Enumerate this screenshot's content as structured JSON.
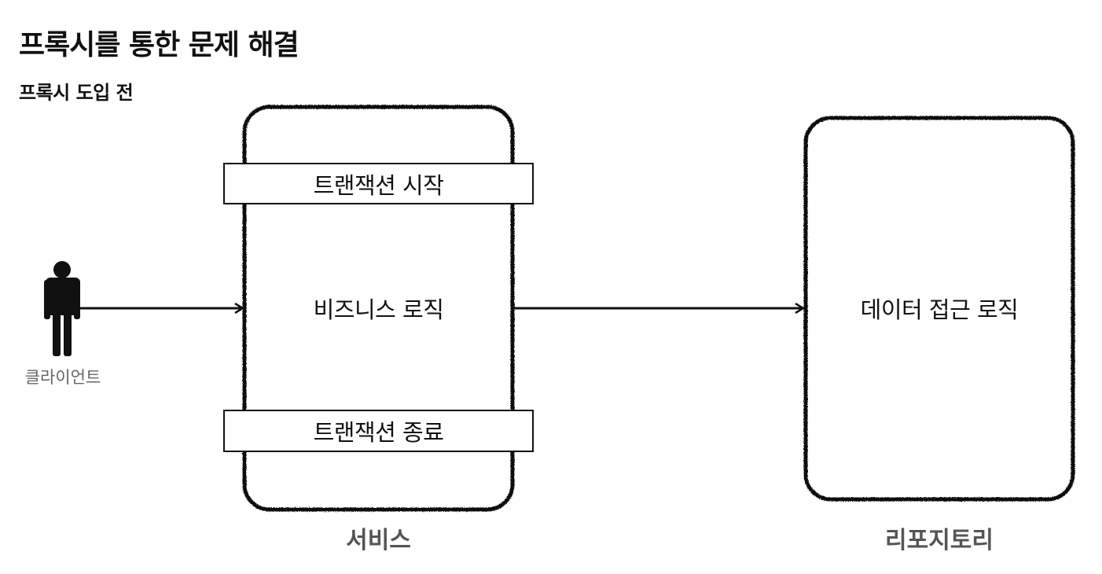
{
  "title": "프록시를 통한 문제 해결",
  "subtitle": "프록시 도입 전",
  "client": {
    "label": "클라이언트",
    "icon": "person-icon"
  },
  "service": {
    "caption": "서비스",
    "transaction_start": "트랜잭션 시작",
    "business_logic": "비즈니스 로직",
    "transaction_end": "트랜잭션 종료"
  },
  "repository": {
    "caption": "리포지토리",
    "data_access_logic": "데이터 접근 로직"
  },
  "colors": {
    "stroke": "#111111",
    "caption": "#555555",
    "client_label": "#666666"
  }
}
